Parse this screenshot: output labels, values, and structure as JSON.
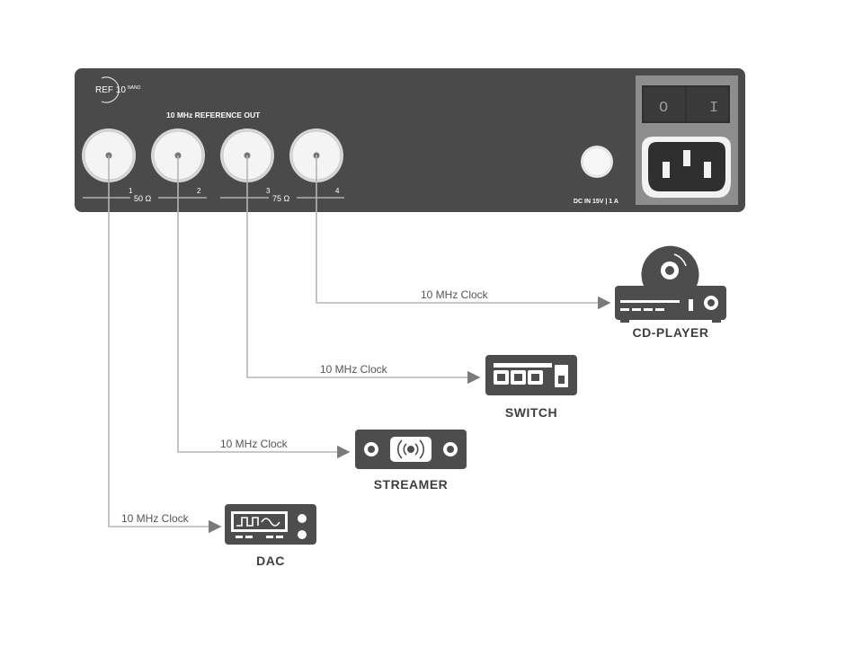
{
  "panel": {
    "brand": "REF 10",
    "brand_sub": "NANO",
    "ref_out_label": "10 MHz REFERENCE OUT",
    "ports": [
      "1",
      "2",
      "3",
      "4"
    ],
    "imp_50": "50 Ω",
    "imp_75": "75 Ω",
    "dc_label": "DC IN 15V | 1 A",
    "switch_off": "O",
    "switch_on": "I"
  },
  "connections": [
    {
      "port": "4",
      "label": "10 MHz Clock",
      "device": "CD-PLAYER",
      "icon": "cd-player-icon"
    },
    {
      "port": "3",
      "label": "10 MHz Clock",
      "device": "SWITCH",
      "icon": "network-switch-icon"
    },
    {
      "port": "2",
      "label": "10 MHz Clock",
      "device": "STREAMER",
      "icon": "streamer-icon"
    },
    {
      "port": "1",
      "label": "10 MHz Clock",
      "device": "DAC",
      "icon": "dac-icon"
    }
  ],
  "colors": {
    "panel": "#4a4a4a",
    "device": "#4d4d4d",
    "wire": "#b5b5b5",
    "arrow": "#7a7a7a"
  }
}
